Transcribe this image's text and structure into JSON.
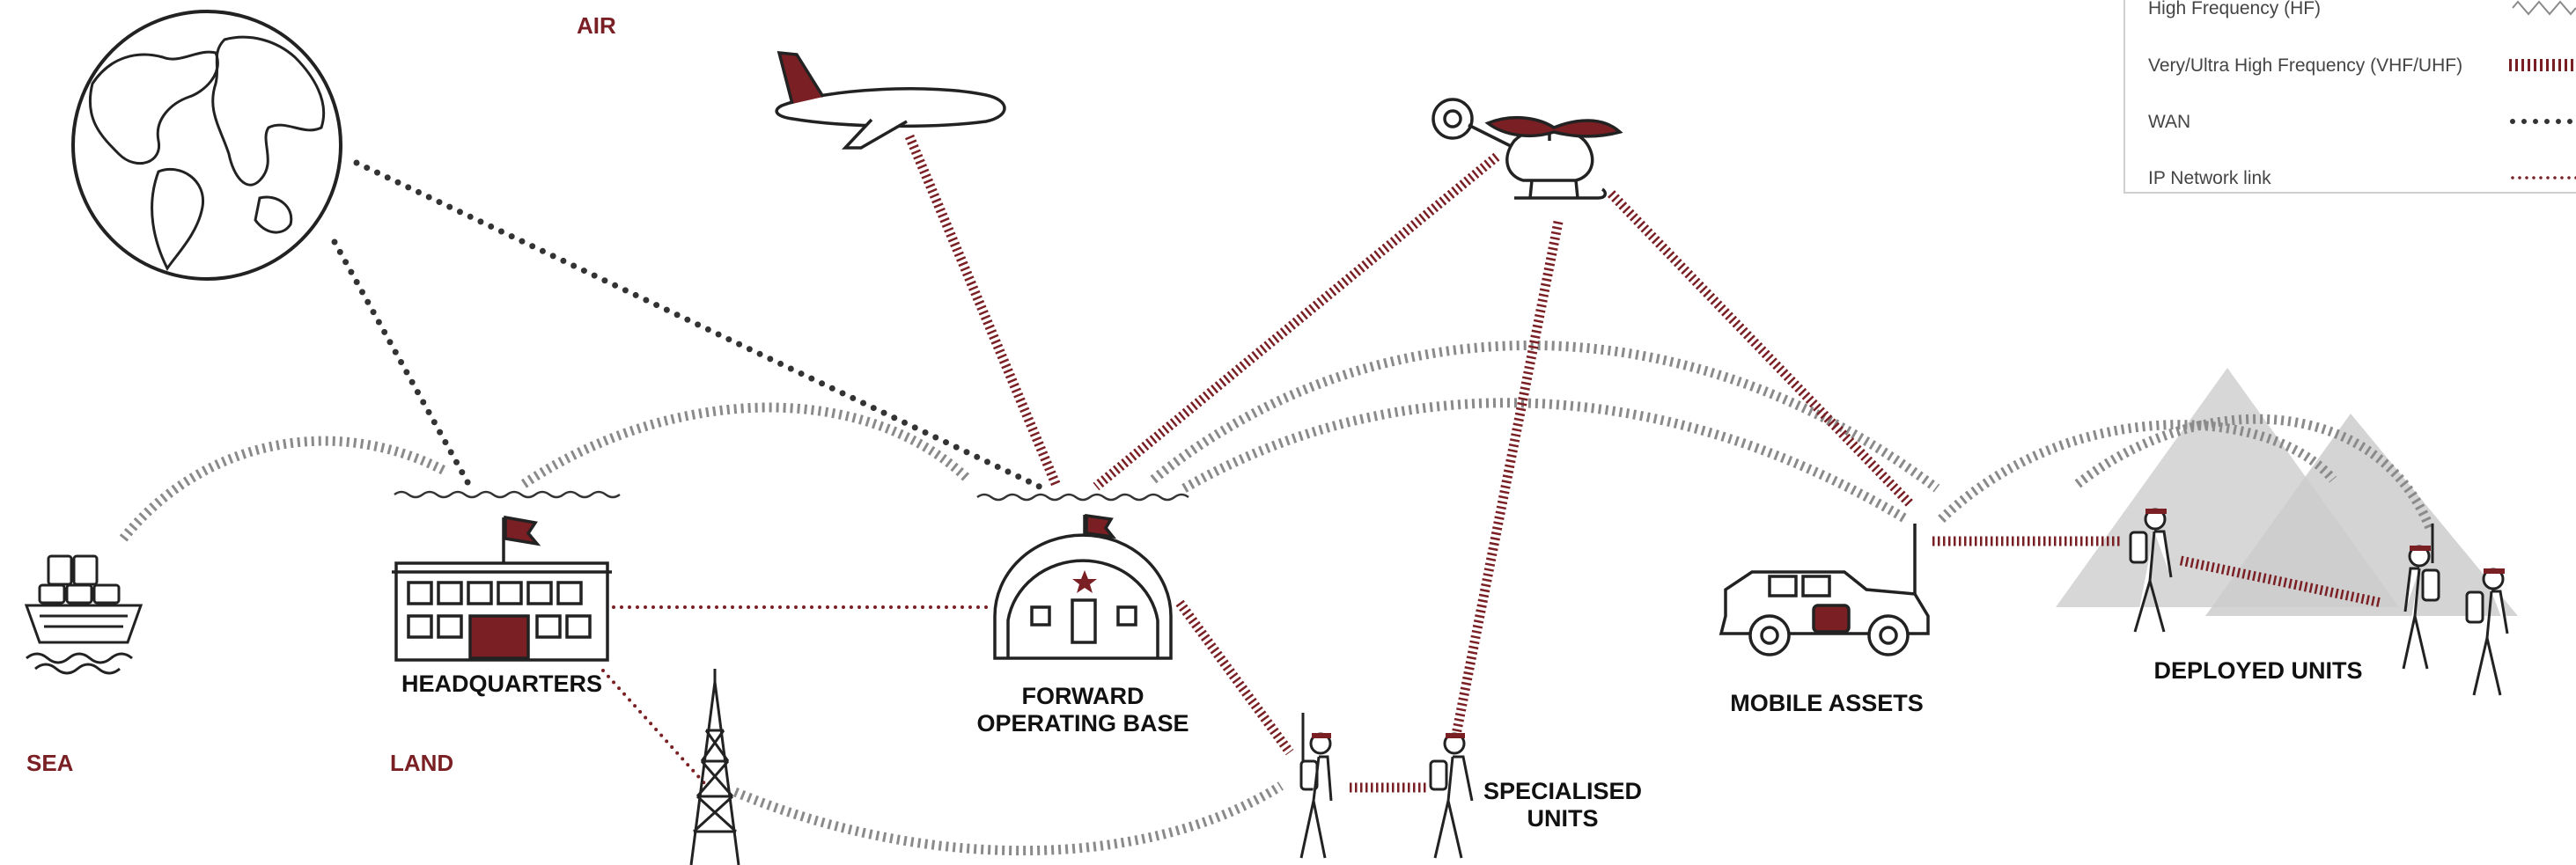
{
  "labels": {
    "headquarters": "HEADQUARTERS",
    "fob_line1": "FORWARD",
    "fob_line2": "OPERATING BASE",
    "mobile_assets": "MOBILE ASSETS",
    "deployed_units": "DEPLOYED UNITS",
    "specialised_line1": "SPECIALISED",
    "specialised_line2": "UNITS"
  },
  "domains": {
    "air": "AIR",
    "sea": "SEA",
    "land": "LAND"
  },
  "legend": {
    "items": [
      {
        "label": "High Frequency (HF)",
        "style": "hf"
      },
      {
        "label": "Very/Ultra High Frequency (VHF/UHF)",
        "style": "vhf"
      },
      {
        "label": "WAN",
        "style": "wan"
      },
      {
        "label": "IP Network link",
        "style": "ip"
      }
    ]
  },
  "colors": {
    "brand": "#7a1f24",
    "dark": "#222222",
    "hf": "#9a9a9a",
    "mountain": "#d4d4d4"
  }
}
